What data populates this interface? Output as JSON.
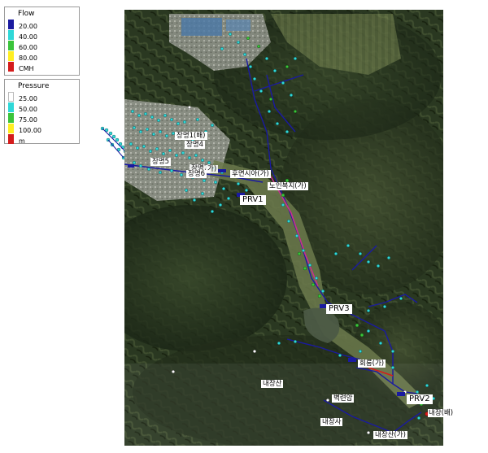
{
  "legend_flow": {
    "title": "Flow",
    "items": [
      {
        "label": "20.00",
        "color": "#1a1aa0"
      },
      {
        "label": "40.00",
        "color": "#2fd8d8"
      },
      {
        "label": "60.00",
        "color": "#3ac43a"
      },
      {
        "label": "80.00",
        "color": "#ffee22"
      },
      {
        "label": "",
        "color": "#d41c1c"
      }
    ],
    "unit": "CMH"
  },
  "legend_pressure": {
    "title": "Pressure",
    "items": [
      {
        "label": "25.00",
        "color": "#ffffff"
      },
      {
        "label": "50.00",
        "color": "#2fd8d8"
      },
      {
        "label": "75.00",
        "color": "#3ac43a"
      },
      {
        "label": "100.00",
        "color": "#ffee22"
      },
      {
        "label": "",
        "color": "#d41c1c"
      }
    ],
    "unit": "m"
  },
  "map_labels": {
    "jm1": "장명1(배)",
    "jm4": "장명4",
    "jm5": "장명5",
    "jm6": "장명6",
    "jm7": "장명7",
    "ga": "가)",
    "hmsia": "후면시아(가)",
    "noin": "노인복지(가)",
    "prv1": "PRV1",
    "prv3": "PRV3",
    "hoeryong": "회룡(가)",
    "prv2": "PRV2",
    "naejang_bae": "내장(배)",
    "naejangsan": "내장산",
    "baekryeonam": "벽련암",
    "naejangsa": "내장사",
    "naejangsan_ga": "내장산(가)"
  }
}
